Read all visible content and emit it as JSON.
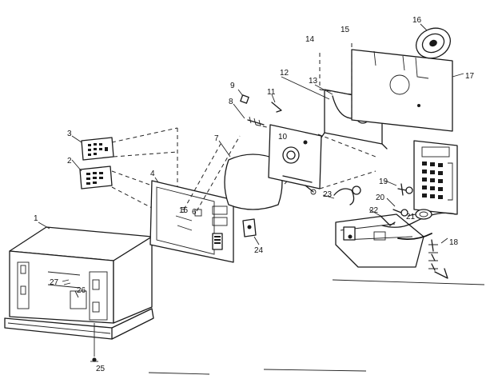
{
  "callouts": [
    {
      "id": "1",
      "label": "1"
    },
    {
      "id": "2",
      "label": "2"
    },
    {
      "id": "3",
      "label": "3"
    },
    {
      "id": "4",
      "label": "4"
    },
    {
      "id": "5",
      "label": "5"
    },
    {
      "id": "6",
      "label": "6"
    },
    {
      "id": "7",
      "label": "7"
    },
    {
      "id": "8",
      "label": "8"
    },
    {
      "id": "9",
      "label": "9"
    },
    {
      "id": "10",
      "label": "10"
    },
    {
      "id": "11",
      "label": "11"
    },
    {
      "id": "12",
      "label": "12"
    },
    {
      "id": "13",
      "label": "13"
    },
    {
      "id": "14",
      "label": "14"
    },
    {
      "id": "15a",
      "label": "15"
    },
    {
      "id": "15b",
      "label": "15"
    },
    {
      "id": "16",
      "label": "16"
    },
    {
      "id": "17",
      "label": "17"
    },
    {
      "id": "18",
      "label": "18"
    },
    {
      "id": "19",
      "label": "19"
    },
    {
      "id": "20",
      "label": "20"
    },
    {
      "id": "21",
      "label": "21"
    },
    {
      "id": "22",
      "label": "22"
    },
    {
      "id": "23",
      "label": "23"
    },
    {
      "id": "24",
      "label": "24"
    },
    {
      "id": "25",
      "label": "25"
    },
    {
      "id": "26",
      "label": "26"
    },
    {
      "id": "27",
      "label": "27"
    }
  ]
}
